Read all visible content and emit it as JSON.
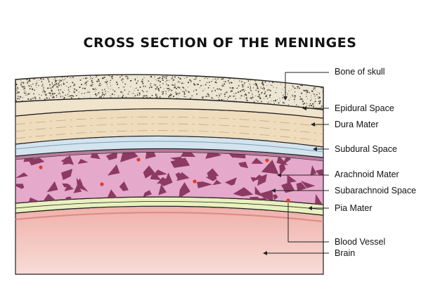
{
  "title": "CROSS SECTION OF THE MENINGES",
  "labels": {
    "bone": "Bone of skull",
    "epidural": "Epidural Space",
    "dura": "Dura Mater",
    "subdural": "Subdural Space",
    "arachnoid": "Arachnoid Mater",
    "subarachnoid": "Subarachnoid Space",
    "pia": "Pia Mater",
    "vessel": "Blood Vessel",
    "brain": "Brain"
  },
  "colors": {
    "bone": "#ece5d3",
    "bone_speckle": "#4a4030",
    "epidural": "#f1e4cc",
    "dura": "#efdcbd",
    "subdural": "#d3e4ee",
    "arachnoid": "#e5a9cb",
    "trabeculae": "#8c3a62",
    "pia": "#e9f1bf",
    "brain_top": "#f0b0aa",
    "brain_bottom": "#f8dcd6",
    "blood_vessel": "#e23a2a",
    "outline": "#222222"
  }
}
